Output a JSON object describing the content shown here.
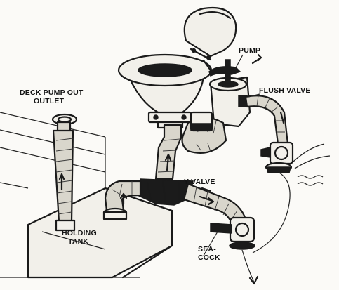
{
  "labels": {
    "deck_pump_out_line1": "DECK PUMP OUT",
    "deck_pump_out_line2": "OUTLET",
    "pump": "PUMP",
    "flush_valve": "FLUSH VALVE",
    "y_valve": "Y VALVE",
    "holding_tank_line1": "HOLDING",
    "holding_tank_line2": "TANK",
    "seacock_line1": "SEA-",
    "seacock_line2": "COCK"
  },
  "colors": {
    "ink": "#1a1a1a",
    "paper": "#fbfaf7",
    "hose_fill": "#d9d6cc"
  }
}
